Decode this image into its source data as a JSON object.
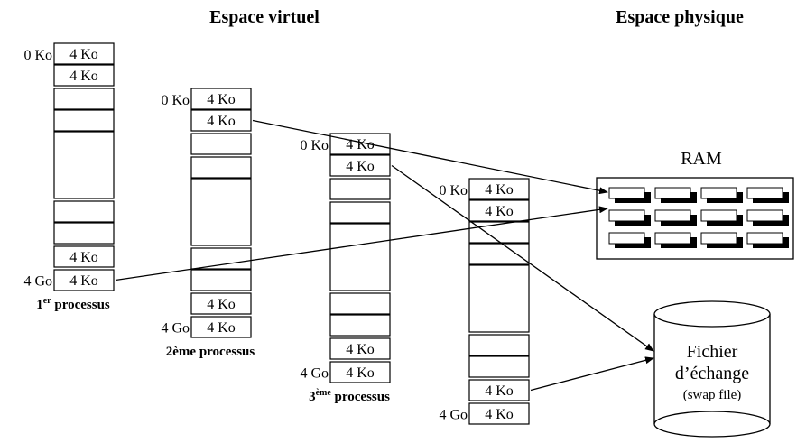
{
  "titles": {
    "virtual": "Espace virtuel",
    "physical": "Espace physique"
  },
  "processes": [
    {
      "id": "p1",
      "label_main": "1",
      "label_sup": "er",
      "label_rest": " processus",
      "start_label": "0 Ko",
      "end_label": "4 Go",
      "slots": [
        {
          "text": "4 Ko",
          "gap": 0
        },
        {
          "text": "4 Ko",
          "gap": 1
        },
        {
          "text": "",
          "gap": 0
        },
        {
          "text": "",
          "gap": 0
        },
        {
          "text": "",
          "gap": 2,
          "tall": true
        },
        {
          "text": "",
          "gap": 0
        },
        {
          "text": "",
          "gap": 1
        },
        {
          "text": "4 Ko",
          "gap": 1
        },
        {
          "text": "4 Ko",
          "gap": 1
        }
      ]
    },
    {
      "id": "p2",
      "label_main": "2ème",
      "label_sup": "",
      "label_rest": " processus",
      "start_label": "0 Ko",
      "end_label": "4 Go",
      "slots": [
        {
          "text": "4 Ko",
          "gap": 0
        },
        {
          "text": "4 Ko",
          "gap": 1
        },
        {
          "text": "",
          "gap": 1
        },
        {
          "text": "",
          "gap": 0
        },
        {
          "text": "",
          "gap": 2,
          "tall": true
        },
        {
          "text": "",
          "gap": 0
        },
        {
          "text": "",
          "gap": 1
        },
        {
          "text": "4 Ko",
          "gap": 1
        },
        {
          "text": "4 Ko",
          "gap": 1
        }
      ]
    },
    {
      "id": "p3",
      "label_main": "3",
      "label_sup": "ème",
      "label_rest": " processus",
      "start_label": "0 Ko",
      "end_label": "4 Go",
      "slots": [
        {
          "text": "4 Ko",
          "gap": 0
        },
        {
          "text": "4 Ko",
          "gap": 1
        },
        {
          "text": "",
          "gap": 1
        },
        {
          "text": "",
          "gap": 0
        },
        {
          "text": "",
          "gap": 2,
          "tall": true
        },
        {
          "text": "",
          "gap": 0
        },
        {
          "text": "",
          "gap": 1
        },
        {
          "text": "4 Ko",
          "gap": 1
        },
        {
          "text": "4 Ko",
          "gap": 1
        }
      ]
    },
    {
      "id": "p4",
      "label_main": "",
      "label_sup": "",
      "label_rest": "",
      "start_label": "0 Ko",
      "end_label": "4 Go",
      "slots": [
        {
          "text": "4 Ko",
          "gap": 0
        },
        {
          "text": "4 Ko",
          "gap": 0
        },
        {
          "text": "",
          "gap": 0
        },
        {
          "text": "",
          "gap": 0
        },
        {
          "text": "",
          "gap": 2,
          "tall": true
        },
        {
          "text": "",
          "gap": 0
        },
        {
          "text": "",
          "gap": 1
        },
        {
          "text": "4 Ko",
          "gap": 1
        },
        {
          "text": "4 Ko",
          "gap": 1
        }
      ]
    }
  ],
  "ram": {
    "label": "RAM",
    "rows": 3,
    "cols": 4
  },
  "swap": {
    "line1": "Fichier",
    "line2": "d’échange",
    "line3": "(swap file)"
  },
  "mappings": [
    {
      "from_process": "p2",
      "from_slot": 1,
      "to": "ram",
      "to_row": 0
    },
    {
      "from_process": "p1",
      "from_slot": 8,
      "to": "ram",
      "to_row": 1
    },
    {
      "from_process": "p3",
      "from_slot": 1,
      "to": "swap"
    },
    {
      "from_process": "p4",
      "from_slot": 7,
      "to": "swap"
    }
  ]
}
